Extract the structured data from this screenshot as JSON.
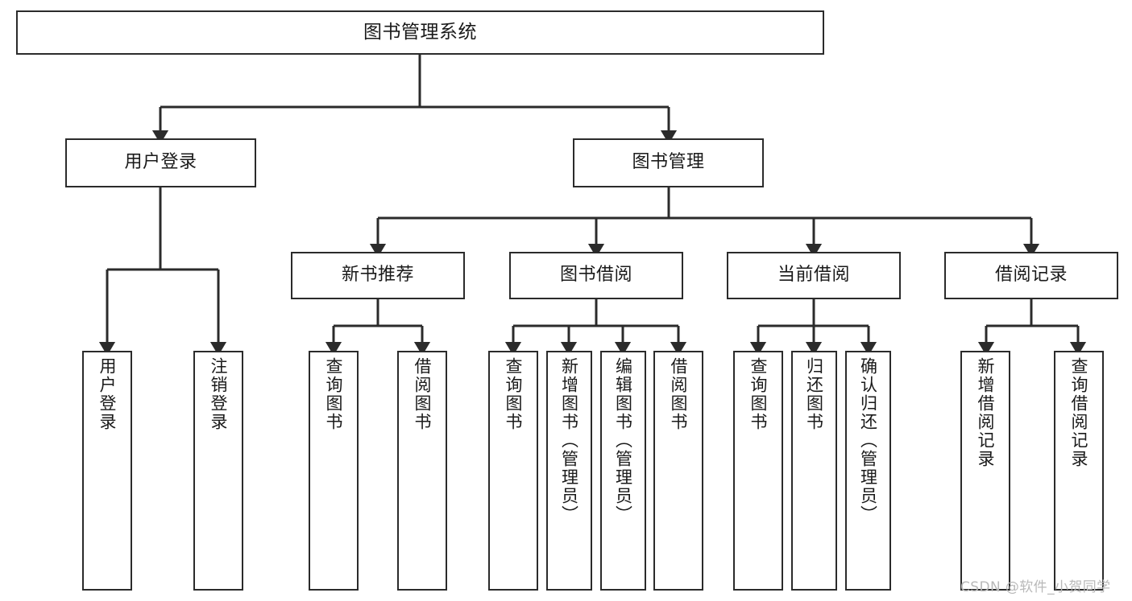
{
  "diagram": {
    "title": "图书管理系统",
    "type": "function-structure-tree",
    "watermark": "CSDN @软件_小贺同学",
    "colors": {
      "box_border": "#2b2b2b",
      "box_fill": "#ffffff",
      "connector": "#2b2b2b",
      "text": "#1a1a1a",
      "watermark": "#b9b9b9",
      "background": "#ffffff"
    },
    "nodes": {
      "root": {
        "label": "图书管理系统"
      },
      "level1": [
        {
          "id": "user-login",
          "label": "用户登录"
        },
        {
          "id": "book-manage",
          "label": "图书管理"
        }
      ],
      "level2": [
        {
          "id": "new-book-recommend",
          "label": "新书推荐"
        },
        {
          "id": "book-borrow",
          "label": "图书借阅"
        },
        {
          "id": "current-borrow",
          "label": "当前借阅"
        },
        {
          "id": "borrow-record",
          "label": "借阅记录"
        }
      ],
      "leaves": {
        "user_login": [
          {
            "id": "leaf-user-login",
            "label": "用户登录"
          },
          {
            "id": "leaf-logout-login",
            "label": "注销登录"
          }
        ],
        "new_book_recommend": [
          {
            "id": "leaf-query-book-1",
            "label": "查询图书"
          },
          {
            "id": "leaf-borrow-book-1",
            "label": "借阅图书"
          }
        ],
        "book_borrow": [
          {
            "id": "leaf-query-book-2",
            "label": "查询图书"
          },
          {
            "id": "leaf-add-book",
            "label": "新增图书（管理员）"
          },
          {
            "id": "leaf-edit-book",
            "label": "编辑图书（管理员）"
          },
          {
            "id": "leaf-borrow-book-2",
            "label": "借阅图书"
          }
        ],
        "current_borrow": [
          {
            "id": "leaf-query-book-3",
            "label": "查询图书"
          },
          {
            "id": "leaf-return-book",
            "label": "归还图书"
          },
          {
            "id": "leaf-confirm-return",
            "label": "确认归还（管理员）"
          }
        ],
        "borrow_record": [
          {
            "id": "leaf-add-record",
            "label": "新增借阅记录"
          },
          {
            "id": "leaf-query-record",
            "label": "查询借阅记录"
          }
        ]
      }
    }
  }
}
